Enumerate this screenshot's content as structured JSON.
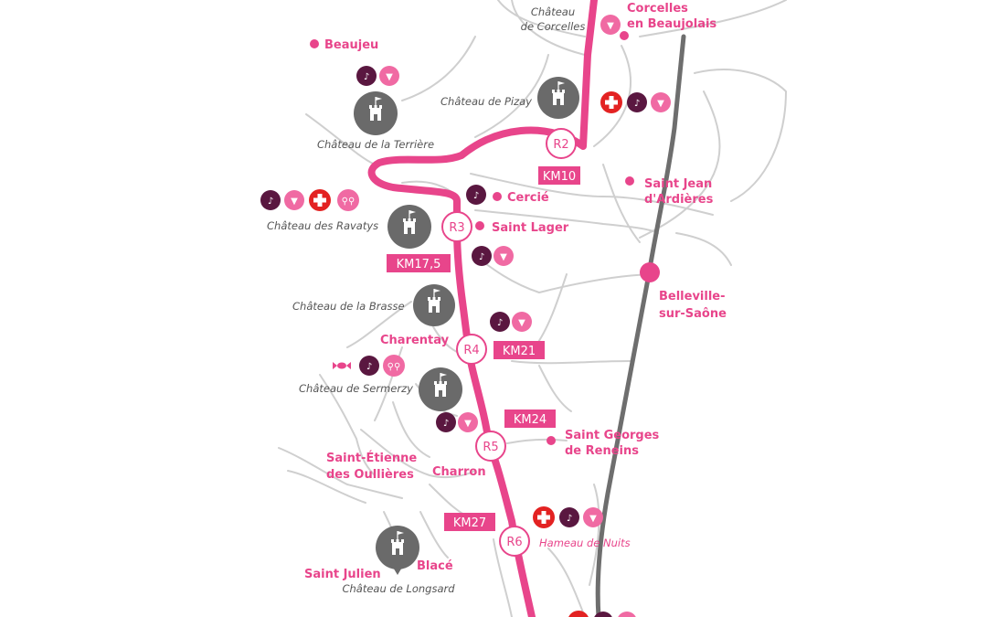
{
  "colors": {
    "route": "#e8458b",
    "town": "#e8458b",
    "rail": "#6e6e6e",
    "roads": "#cfcfcf",
    "tower": "#6a6a6a",
    "music": "#5a1740",
    "wine": "#f06aa3",
    "cross": "#e32222",
    "label": "#555555"
  },
  "towns": {
    "beaujeu": "Beaujeu",
    "corcelles_1": "Corcelles",
    "corcelles_2": "en Beaujolais",
    "cercie": "Cercié",
    "saint_lager": "Saint Lager",
    "saint_jean_1": "Saint Jean",
    "saint_jean_2": "d'Ardières",
    "belleville_1": "Belleville-",
    "belleville_2": "sur-Saône",
    "charentay": "Charentay",
    "saint_georges_1": "Saint Georges",
    "saint_georges_2": "de Reneins",
    "saint_etienne_1": "Saint-Étienne",
    "saint_etienne_2": "des Oullières",
    "charron": "Charron",
    "saint_julien": "Saint Julien",
    "blace": "Blacé",
    "hameau": "Hameau de Nuits"
  },
  "chateaux": {
    "corcelles_1": "Château",
    "corcelles_2": "de Corcelles",
    "pizay": "Château de Pizay",
    "terriere": "Château de la Terrière",
    "ravatys": "Château des Ravatys",
    "brasse": "Château de la Brasse",
    "sermerzy": "Château de Sermerzy",
    "longsard": "Château de Longsard"
  },
  "refreshments": [
    "R2",
    "R3",
    "R4",
    "R5",
    "R6"
  ],
  "km_markers": [
    "KM10",
    "KM17,5",
    "KM21",
    "KM24",
    "KM27"
  ],
  "icons": {
    "music": "music-note-icon",
    "wine": "grapes-icon",
    "first_aid": "first-aid-cross-icon",
    "toilets": "toilets-icon",
    "candy": "candy-icon",
    "castle": "castle-tower-icon"
  }
}
